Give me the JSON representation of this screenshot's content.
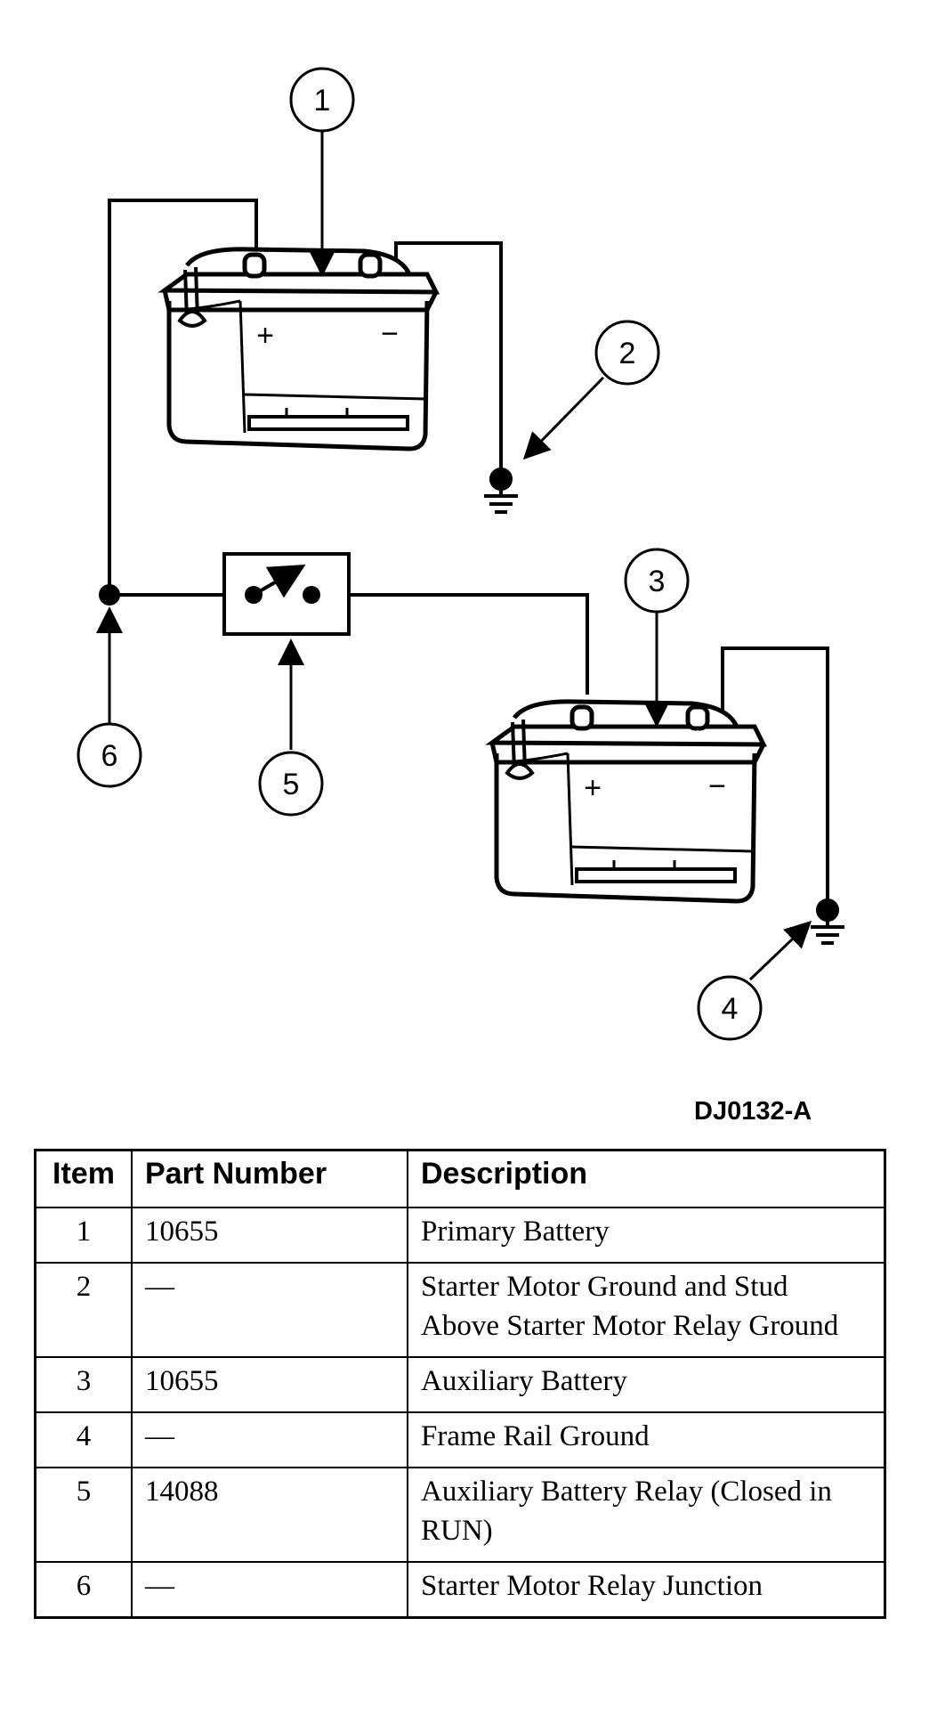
{
  "callouts": [
    "1",
    "2",
    "3",
    "4",
    "5",
    "6"
  ],
  "figure_id": "DJ0132-A",
  "battery_symbols": {
    "positive": "+",
    "negative": "−"
  },
  "icons": [
    "battery-icon",
    "ground-symbol-icon",
    "relay-switch-icon",
    "junction-dot-icon"
  ],
  "table": {
    "headers": [
      "Item",
      "Part Number",
      "Description"
    ],
    "rows": [
      {
        "item": "1",
        "part": "10655",
        "desc": "Primary Battery"
      },
      {
        "item": "2",
        "part": "—",
        "desc": "Starter Motor Ground and Stud Above Starter Motor Relay Ground"
      },
      {
        "item": "3",
        "part": "10655",
        "desc": "Auxiliary Battery"
      },
      {
        "item": "4",
        "part": "—",
        "desc": "Frame Rail Ground"
      },
      {
        "item": "5",
        "part": "14088",
        "desc": "Auxiliary Battery Relay (Closed in RUN)"
      },
      {
        "item": "6",
        "part": "—",
        "desc": "Starter Motor Relay Junction"
      }
    ]
  }
}
